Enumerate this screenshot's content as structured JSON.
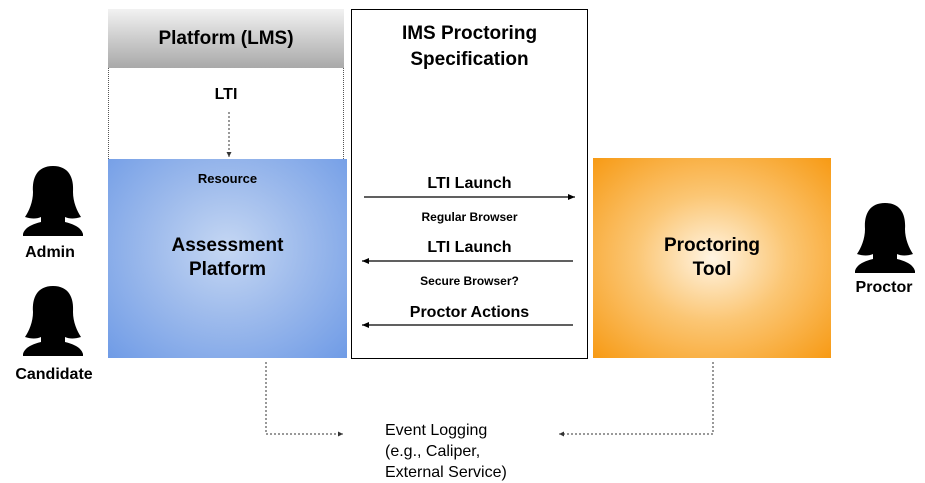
{
  "platform_lms": {
    "title": "Platform (LMS)",
    "lti_label": "LTI"
  },
  "assessment": {
    "resource_label": "Resource",
    "title_line1": "Assessment",
    "title_line2": "Platform"
  },
  "ims": {
    "title_line1": "IMS Proctoring",
    "title_line2": "Specification"
  },
  "messages": {
    "lti_launch_1": "LTI Launch",
    "regular_browser": "Regular Browser",
    "lti_launch_2": "LTI Launch",
    "secure_browser": "Secure Browser?",
    "proctor_actions": "Proctor Actions"
  },
  "proctoring": {
    "title_line1": "Proctoring",
    "title_line2": "Tool"
  },
  "actors": {
    "admin": "Admin",
    "candidate": "Candidate",
    "proctor": "Proctor"
  },
  "event_logging": {
    "line1": "Event Logging",
    "line2": "(e.g., Caliper,",
    "line3": "External Service)"
  },
  "colors": {
    "assessment_blue": "#6f9be6",
    "proctor_orange": "#f79a14",
    "lms_gray": "#a9a9a9"
  }
}
